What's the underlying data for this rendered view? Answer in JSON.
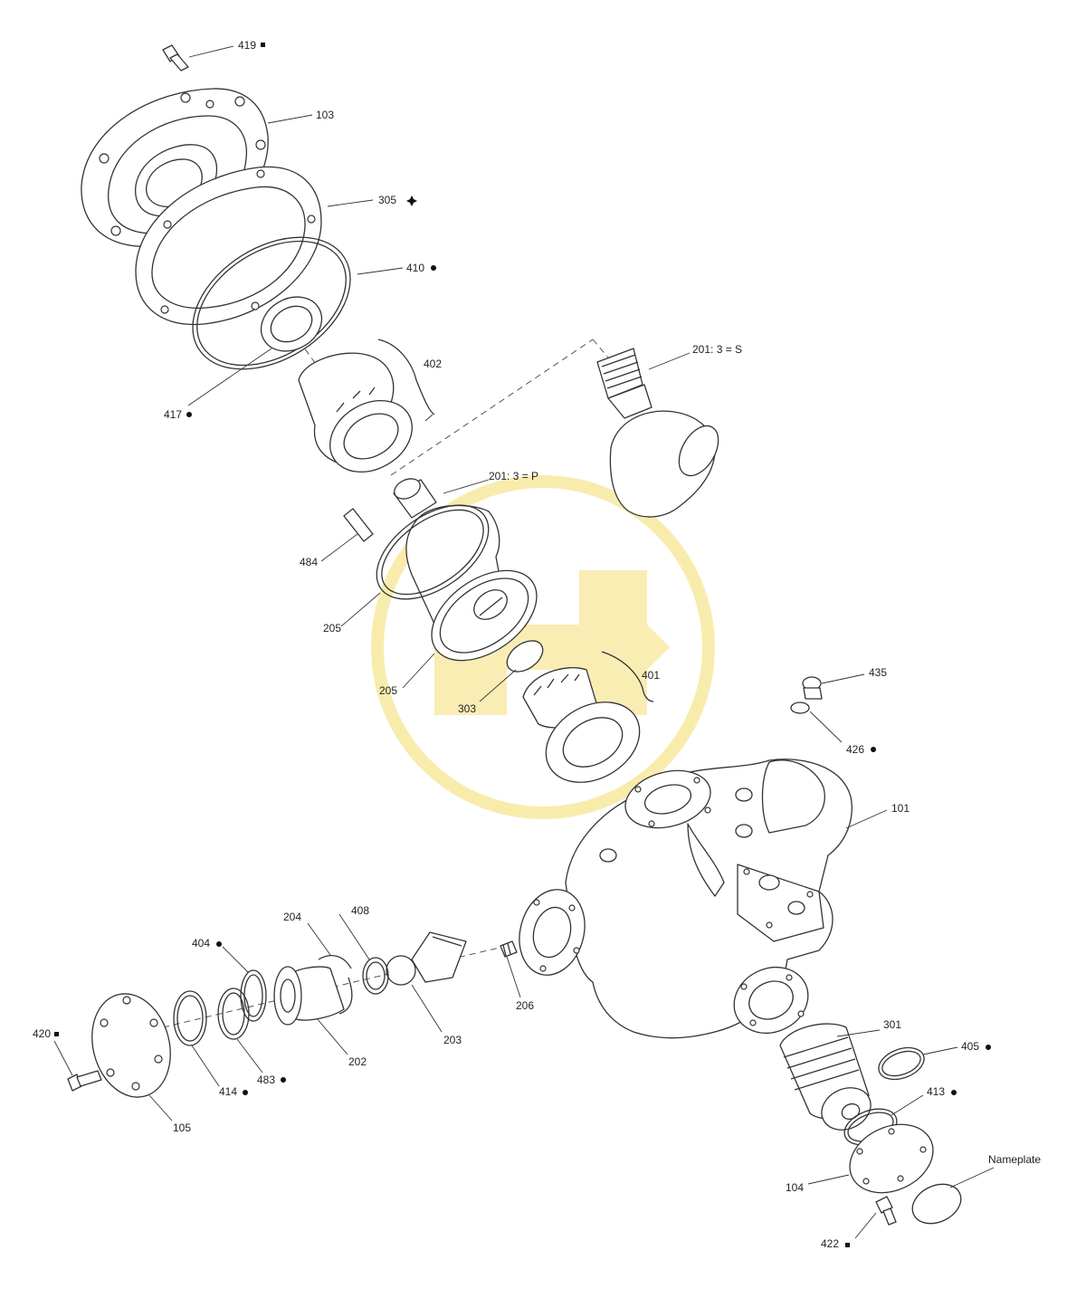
{
  "diagram": {
    "labels": {
      "419": "419",
      "103": "103",
      "305": "305",
      "410": "410",
      "417": "417",
      "402": "402",
      "201S": "201: 3 = S",
      "201P": "201: 3 = P",
      "484": "484",
      "205a": "205",
      "205b": "205",
      "303": "303",
      "401": "401",
      "435": "435",
      "426": "426",
      "101": "101",
      "408": "408",
      "204": "204",
      "404": "404",
      "420": "420",
      "206": "206",
      "203": "203",
      "202": "202",
      "483": "483",
      "414": "414",
      "105": "105",
      "301": "301",
      "405": "405",
      "413": "413",
      "nameplate": "Nameplate",
      "104": "104",
      "422": "422"
    },
    "markers": {
      "dot": "filled-circle-marker",
      "square": "filled-square-marker",
      "cross": "four-point-cross-marker"
    },
    "colors": {
      "line": "#333333",
      "watermark": "#f3dc6a"
    }
  }
}
